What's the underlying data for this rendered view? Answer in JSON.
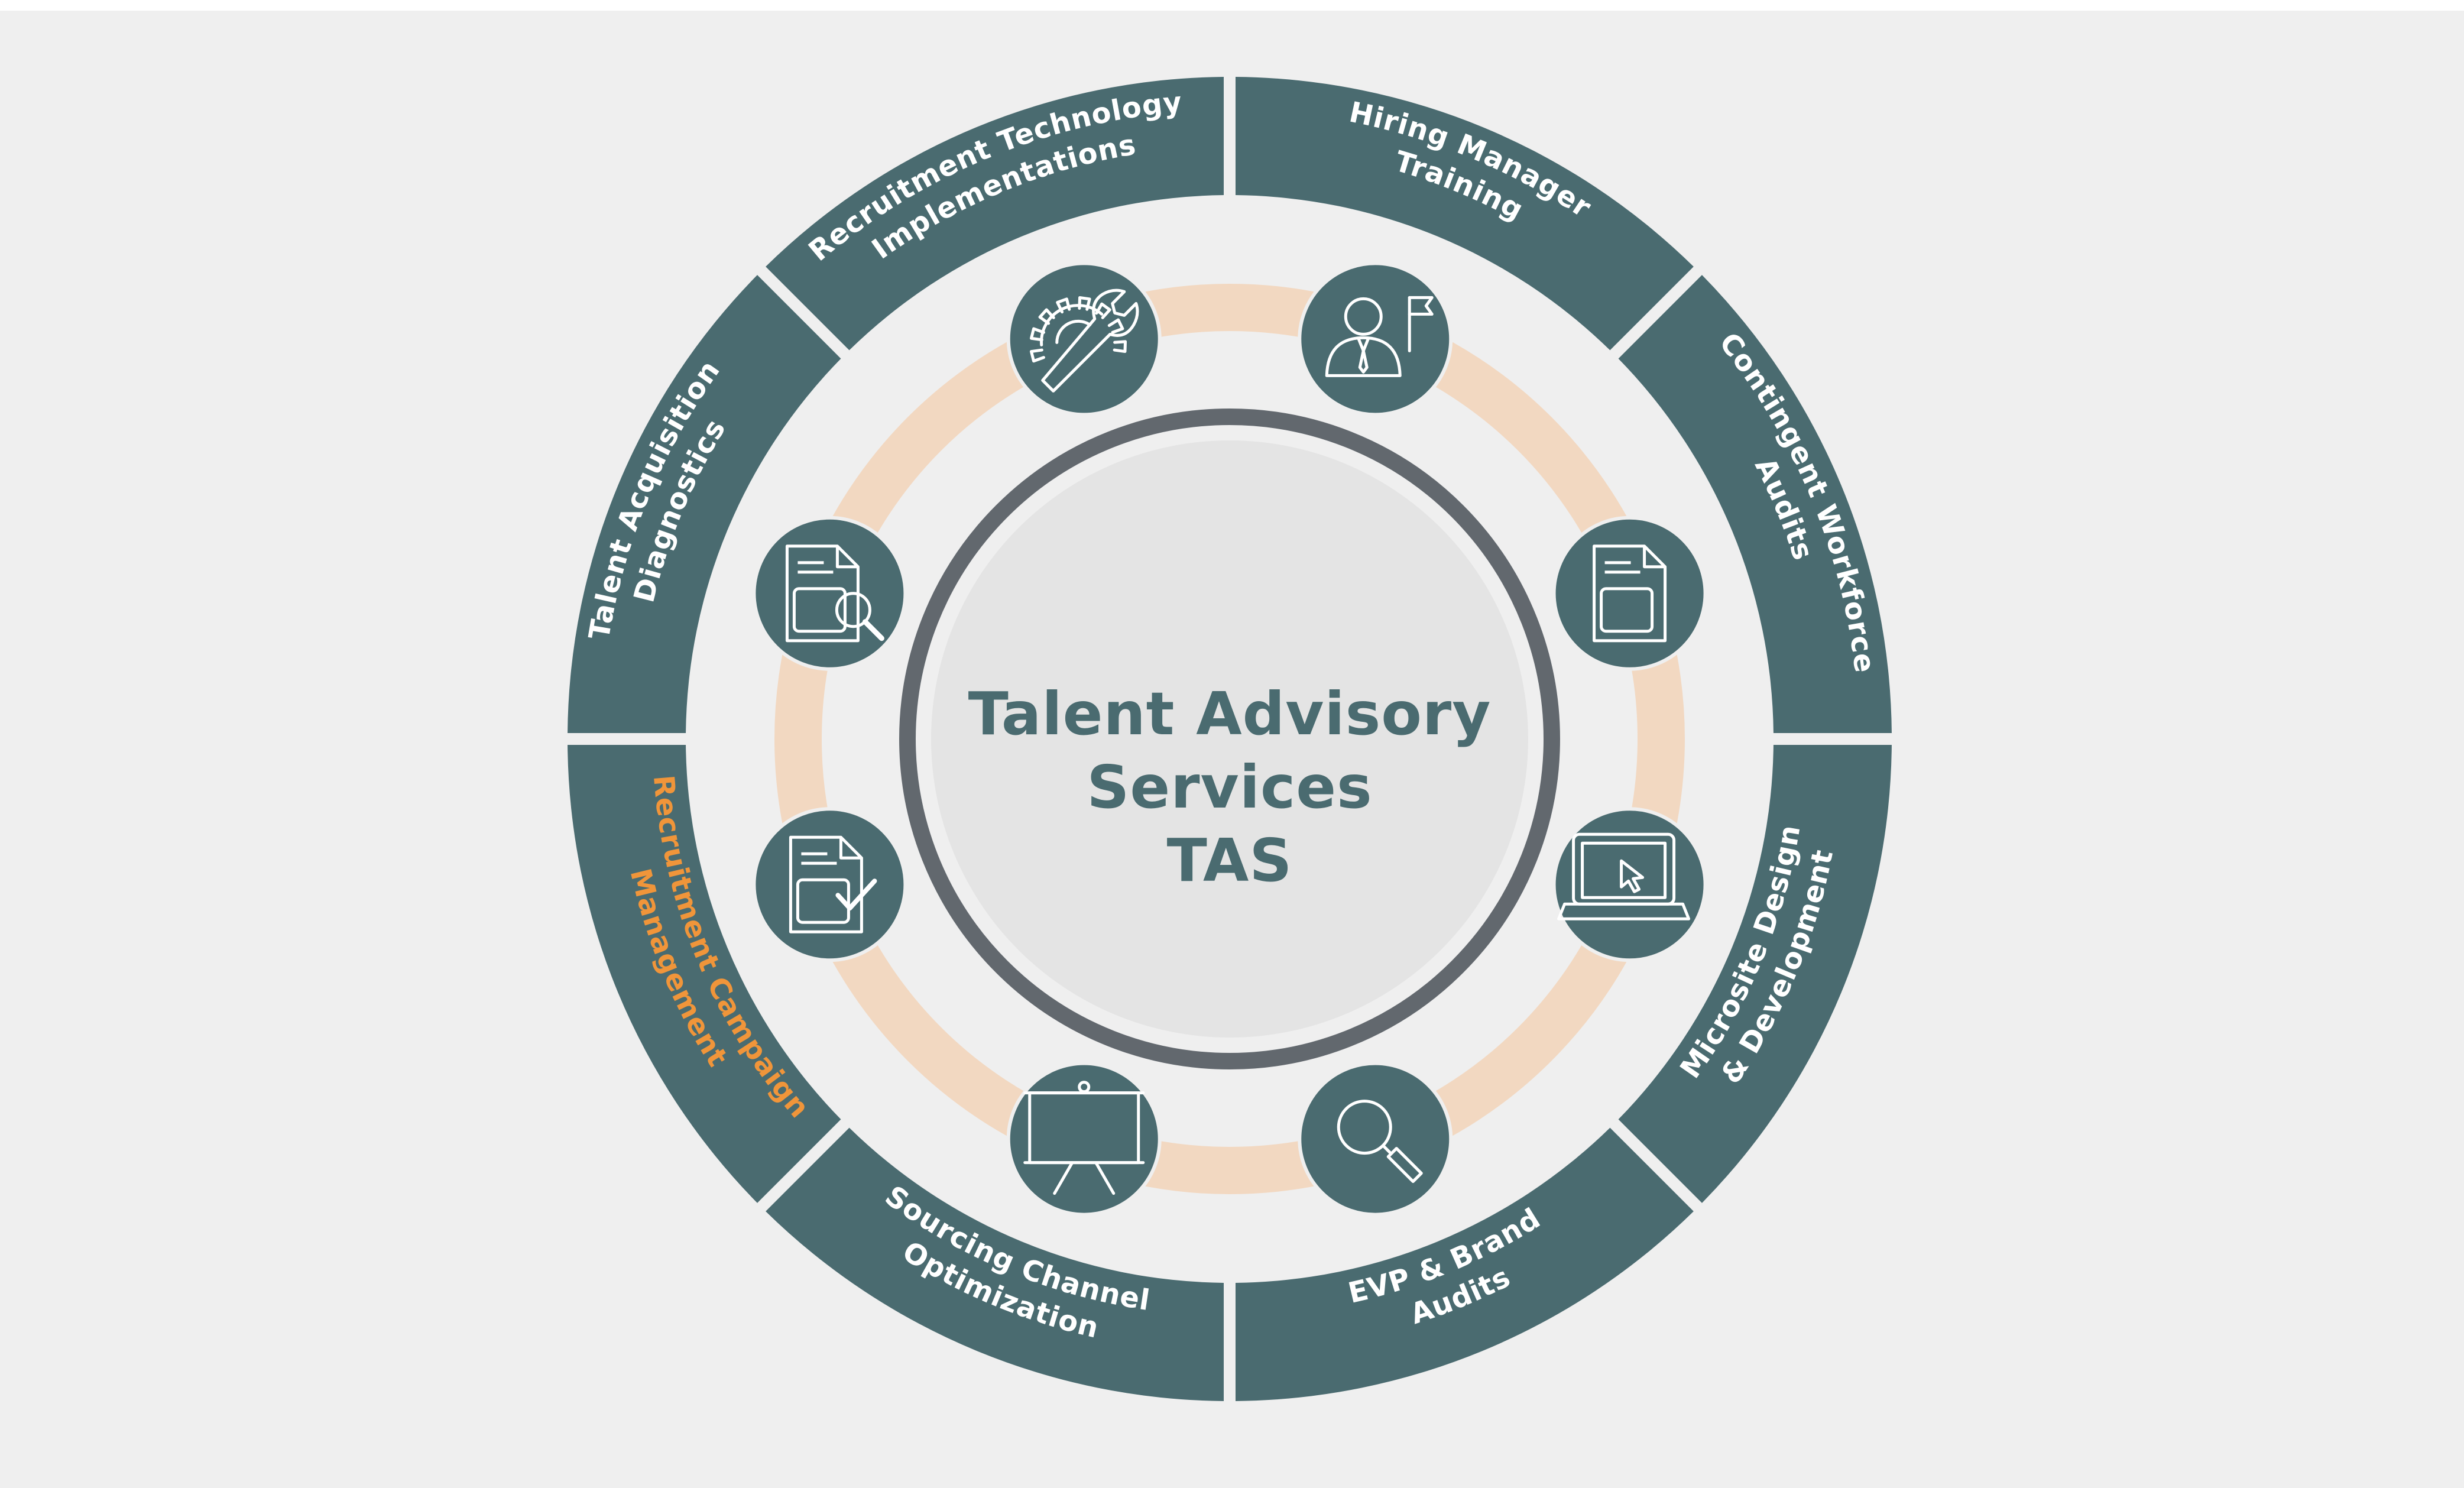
{
  "colors": {
    "page_background": "#efefef",
    "outer_border": "#ffffff",
    "segment_fill": "#4a6b70",
    "segment_text": "#ffffff",
    "highlight_text": "#f0953a",
    "orbit_ring": "#f2d8c1",
    "center_ring": "#62686e",
    "center_fill": "#e4e4e4",
    "center_text": "#4a6b70",
    "icon_fill": "#4a6b70",
    "icon_stroke": "#ffffff"
  },
  "center": {
    "title_line1": "Talent Advisory",
    "title_line2": "Services",
    "title_line3": "TAS"
  },
  "segments": [
    {
      "id": "hiring-manager-training",
      "lines": [
        "Hiring Manager",
        "Training"
      ],
      "highlight": false
    },
    {
      "id": "contingent-workforce-audits",
      "lines": [
        "Contingent Workforce",
        "Audits"
      ],
      "highlight": false
    },
    {
      "id": "microsite-design-development",
      "lines": [
        "Microsite Design",
        "& Development"
      ],
      "highlight": false
    },
    {
      "id": "evp-brand-audits",
      "lines": [
        "EVP & Brand",
        "Audits"
      ],
      "highlight": false
    },
    {
      "id": "sourcing-channel-optimization",
      "lines": [
        "Sourcing Channel",
        "Optimization"
      ],
      "highlight": false
    },
    {
      "id": "recruitment-campaign-management",
      "lines": [
        "Recruitment Campaign",
        "Management"
      ],
      "highlight": true
    },
    {
      "id": "talent-acquisition-diagnostics",
      "lines": [
        "Talent Acquisition",
        "Diagnostics"
      ],
      "highlight": false
    },
    {
      "id": "recruitment-technology-implementations",
      "lines": [
        "Recruitment Technology",
        "Implementations"
      ],
      "highlight": false
    }
  ],
  "icons": [
    {
      "id": "hiring-manager",
      "icon": "manager-flag-icon"
    },
    {
      "id": "contingent-workforce",
      "icon": "document-icon"
    },
    {
      "id": "microsite",
      "icon": "laptop-cursor-icon"
    },
    {
      "id": "evp-brand",
      "icon": "magnifier-icon"
    },
    {
      "id": "sourcing-channel",
      "icon": "presentation-board-icon"
    },
    {
      "id": "recruitment-campaign",
      "icon": "document-check-icon"
    },
    {
      "id": "ta-diagnostics",
      "icon": "document-search-icon"
    },
    {
      "id": "recruitment-technology",
      "icon": "gear-wrench-icon"
    }
  ]
}
